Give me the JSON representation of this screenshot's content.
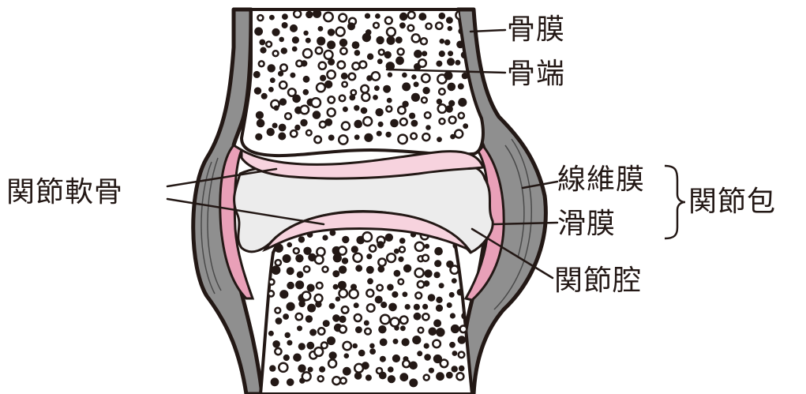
{
  "diagram": {
    "labels": {
      "periosteum": "骨膜",
      "epiphysis": "骨端",
      "articular_cartilage": "関節軟骨",
      "fibrous_membrane": "線維膜",
      "synovial_membrane": "滑膜",
      "joint_capsule": "関節包",
      "joint_cavity": "関節腔"
    },
    "colors": {
      "outline": "#231815",
      "capsule_gray": "#8f8f8f",
      "synovial_pink": "#e9a0b8",
      "cartilage_pink": "#f7d3de",
      "cavity_gray": "#ececec",
      "background": "#ffffff"
    }
  }
}
